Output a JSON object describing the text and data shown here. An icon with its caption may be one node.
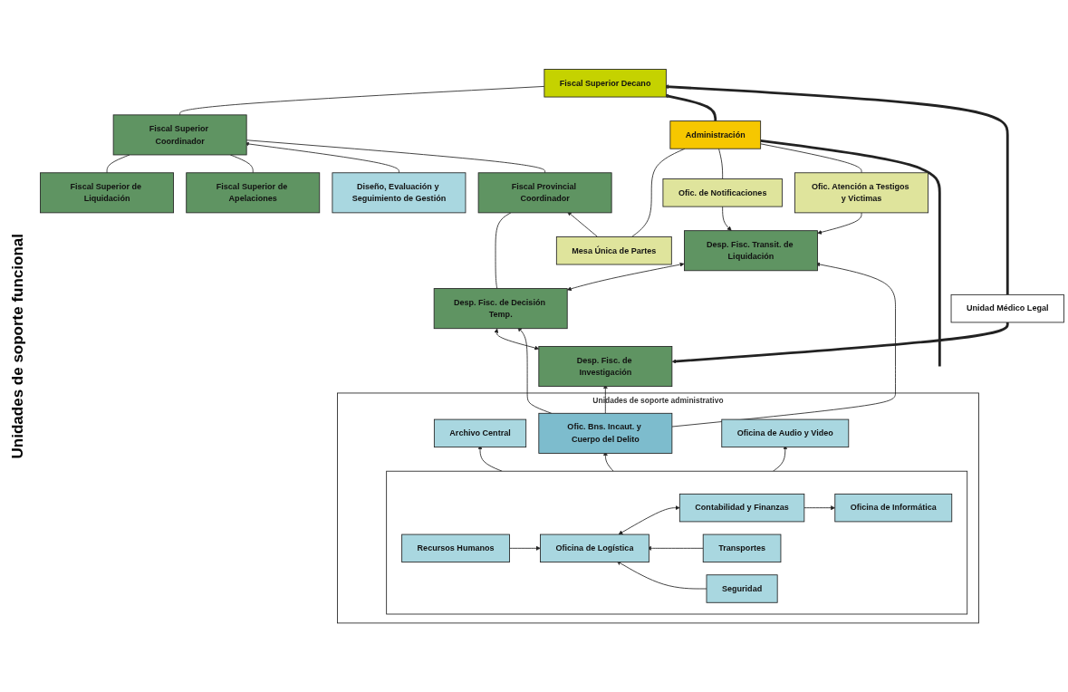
{
  "diagram": {
    "nodes": [
      {
        "text": [
          "Fiscal Superior Decano"
        ]
      },
      {
        "text": [
          "Administración"
        ]
      },
      {
        "text": [
          "Unidad Médico Legal"
        ]
      },
      {
        "text": [
          "Fiscal Superior Coordinador"
        ]
      },
      {
        "text": [
          "Diseño, Evaluación y Seguimiento de Gestión"
        ]
      },
      {
        "text": [
          "Fiscal Superior de Liquidación"
        ]
      },
      {
        "text": [
          "Fiscal Superior de Apelaciones"
        ]
      },
      {
        "text": [
          "Fiscal Provincial Coordinador"
        ]
      },
      {
        "text": [
          "Mesa Única de Partes"
        ]
      },
      {
        "text": [
          "Ofic. de Notificaciones"
        ]
      },
      {
        "text": [
          "Ofic. Atención a Testigos y Victimas"
        ]
      },
      {
        "text": [
          "Desp. Fisc. Transit. de Liquidación"
        ]
      },
      {
        "text": [
          "Desp. Fisc. de Decisión Temp."
        ]
      },
      {
        "text": [
          "Desp. Fisc. de Investigación"
        ]
      },
      {
        "text": [
          "Unidades de soporte administrativo"
        ]
      },
      {
        "text": [
          "Archivo Central"
        ],
        "in": 14
      },
      {
        "text": [
          "Ofic. Bns. Incaut. y Cuerpo del Delito"
        ],
        "in": 14
      },
      {
        "text": [
          "Oficina de Audio y Video"
        ],
        "in": 14
      },
      {
        "text": [],
        "shape": "box",
        "in": 14
      },
      {
        "text": [
          "Recursos Humanos"
        ],
        "in": 18
      },
      {
        "text": [
          "Oficina de Logística"
        ],
        "in": 18
      },
      {
        "text": [
          "Contabilidad y Finanzas"
        ],
        "in": 18
      },
      {
        "text": [
          "Oficina de Informática"
        ],
        "in": 18
      },
      {
        "text": [
          "Transportes"
        ],
        "in": 18
      },
      {
        "text": [
          "Seguridad"
        ],
        "in": 18
      }
    ],
    "edges": [
      {
        "from": 0,
        "to": 3,
        "arrow": "none"
      },
      {
        "from": 1,
        "to": 0,
        "arrow": "to",
        "style": "thick"
      },
      {
        "from": 2,
        "to": 0,
        "arrow": "to",
        "style": "thick"
      },
      {
        "from": 3,
        "to": 5,
        "arrow": "none"
      },
      {
        "from": 3,
        "to": 6,
        "arrow": "none"
      },
      {
        "from": 4,
        "to": 3,
        "arrow": "to"
      },
      {
        "from": 3,
        "to": 7,
        "arrow": "none"
      },
      {
        "from": 7,
        "to": 12,
        "arrow": "none"
      },
      {
        "from": 8,
        "to": 7,
        "arrow": "to"
      },
      {
        "from": 2,
        "to": 13,
        "arrow": "to",
        "style": "thick"
      },
      {
        "from": 1,
        "to": 8,
        "arrow": "none"
      },
      {
        "from": 1,
        "to": 9,
        "arrow": "none"
      },
      {
        "from": 1,
        "to": 10,
        "arrow": "none"
      },
      {
        "from": 9,
        "to": 11,
        "arrow": "to"
      },
      {
        "from": 10,
        "to": 11,
        "arrow": "to"
      },
      {
        "from": 11,
        "to": 12,
        "arrow": "both"
      },
      {
        "from": 12,
        "to": 13,
        "arrow": "both"
      },
      {
        "from": 16,
        "to": 12,
        "arrow": "to"
      },
      {
        "from": 16,
        "to": 11,
        "arrow": "to"
      },
      {
        "from": 16,
        "to": 13,
        "arrow": "to"
      },
      {
        "from": 1,
        "to": 14,
        "arrow": "none",
        "style": "thick"
      },
      {
        "from": 18,
        "to": 15,
        "arrow": "to"
      },
      {
        "from": 18,
        "to": 16,
        "arrow": "to"
      },
      {
        "from": 18,
        "to": 17,
        "arrow": "to"
      },
      {
        "from": 19,
        "to": 20,
        "arrow": "to"
      },
      {
        "from": 20,
        "to": 21,
        "arrow": "both"
      },
      {
        "from": 21,
        "to": 22,
        "arrow": "to"
      },
      {
        "from": 23,
        "to": 20,
        "arrow": "to"
      },
      {
        "from": 24,
        "to": 20,
        "arrow": "to"
      }
    ],
    "labels": [
      "Unidades de soporte funcional"
    ]
  }
}
